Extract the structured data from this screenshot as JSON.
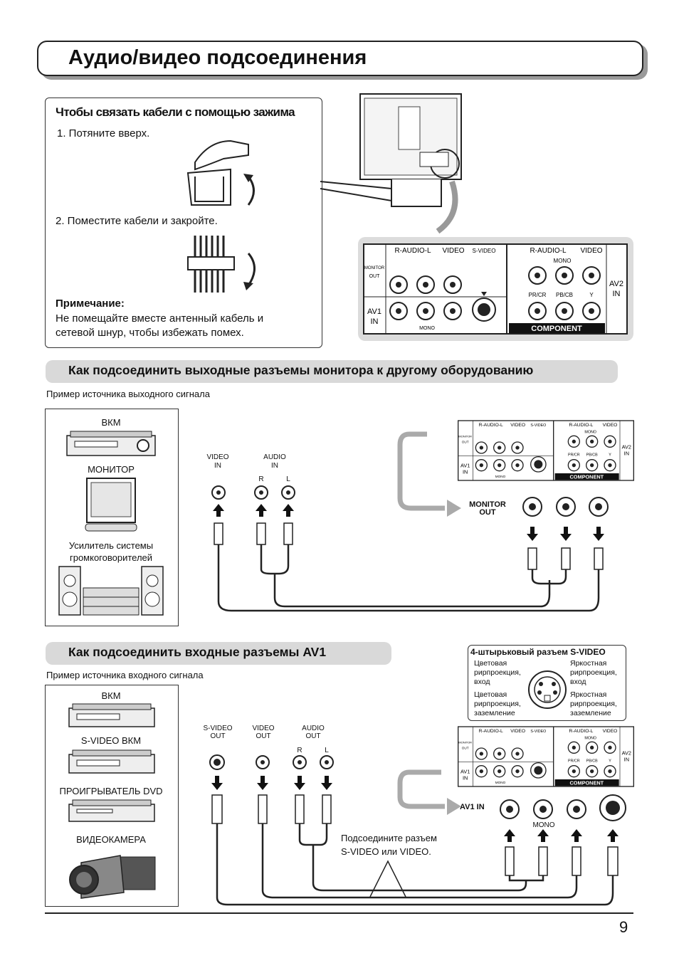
{
  "page": {
    "title": "Аудио/видео подсоединения",
    "page_number": "9"
  },
  "clamp": {
    "heading": "Чтобы связать кабели с помощью зажима",
    "step1": "1. Потяните вверх.",
    "step2": "2. Поместите кабели и закройте.",
    "note_label": "Примечание:",
    "note_line1": "Не помещайте вместе антенный кабель и",
    "note_line2": "сетевой шнур, чтобы избежать помех."
  },
  "panel": {
    "r_audio_l": "R-AUDIO-L",
    "video": "VIDEO",
    "s_video": "S-VIDEO",
    "monitor": "MONITOR",
    "out": "OUT",
    "av1": "AV1",
    "av2": "AV2",
    "in": "IN",
    "mono": "MONO",
    "pr_cr": "PR/CR",
    "pb_cb": "PB/CB",
    "y": "Y",
    "component": "COMPONENT"
  },
  "output_section": {
    "heading": "Как подсоединить выходные разъемы монитора к другому оборудованию",
    "source_caption": "Пример источника выходного сигнала",
    "devices": [
      "ВКМ",
      "МОНИТОР"
    ],
    "amp_line1": "Усилитель системы",
    "amp_line2": "громкоговорителей",
    "video_label": "VIDEO",
    "audio_label": "AUDIO",
    "in_label": "IN",
    "r": "R",
    "l": "L",
    "monitor_out_line1": "MONITOR",
    "monitor_out_line2": "OUT"
  },
  "input_section": {
    "heading": "Как подсоединить входные разъемы AV1",
    "source_caption": "Пример источника входного сигнала",
    "devices": [
      "ВКМ",
      "S-VIDEO ВКМ",
      "ПРОИГРЫВАТЕЛЬ DVD",
      "ВИДЕОКАМЕРА"
    ],
    "s_video_label": "S-VIDEO",
    "video_label": "VIDEO",
    "audio_label": "AUDIO",
    "out_label": "OUT",
    "r": "R",
    "l": "L",
    "av1_in": "AV1 IN",
    "mono": "MONO",
    "connect_line1": "Подсоедините разъем",
    "connect_line2": "S-VIDEO или VIDEO."
  },
  "svideo_info": {
    "heading": "4-штырьковый разъем S-VIDEO",
    "chroma_in": [
      "Цветовая",
      "рирпроекция,",
      "вход"
    ],
    "luma_in": [
      "Яркостная",
      "рирпроекция,",
      "вход"
    ],
    "chroma_gnd": [
      "Цветовая",
      "рирпроекция,",
      "заземление"
    ],
    "luma_gnd": [
      "Яркостная",
      "рирпроекция,",
      "заземление"
    ]
  }
}
